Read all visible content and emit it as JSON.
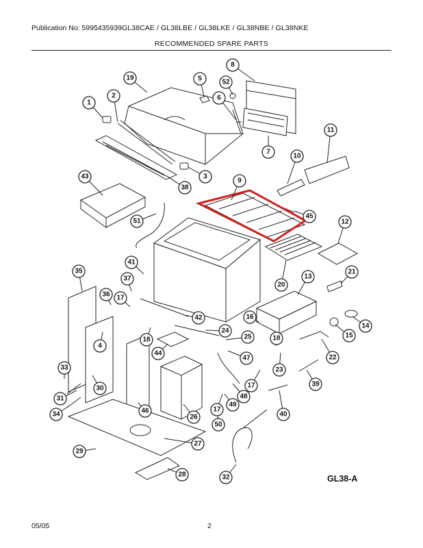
{
  "header": {
    "publication": "Publication No: 5995435939",
    "models": "GL38CAE / GL38LBE / GL38LKE / GL38NBE / GL38NKE",
    "title": "RECOMMENDED SPARE PARTS"
  },
  "figure": {
    "label": "GL38-A"
  },
  "footer": {
    "date": "05/05",
    "page": "2"
  },
  "highlight": {
    "part": "9",
    "color": "#d42020"
  },
  "callouts": [
    "1",
    "2",
    "3",
    "4",
    "5",
    "6",
    "7",
    "8",
    "9",
    "10",
    "11",
    "12",
    "13",
    "14",
    "15",
    "16",
    "17",
    "17",
    "17",
    "18",
    "18",
    "19",
    "20",
    "21",
    "22",
    "23",
    "24",
    "25",
    "26",
    "27",
    "28",
    "29",
    "30",
    "31",
    "32",
    "33",
    "34",
    "35",
    "36",
    "37",
    "38",
    "39",
    "40",
    "41",
    "42",
    "43",
    "44",
    "45",
    "46",
    "47",
    "48",
    "49",
    "50",
    "51",
    "52"
  ]
}
